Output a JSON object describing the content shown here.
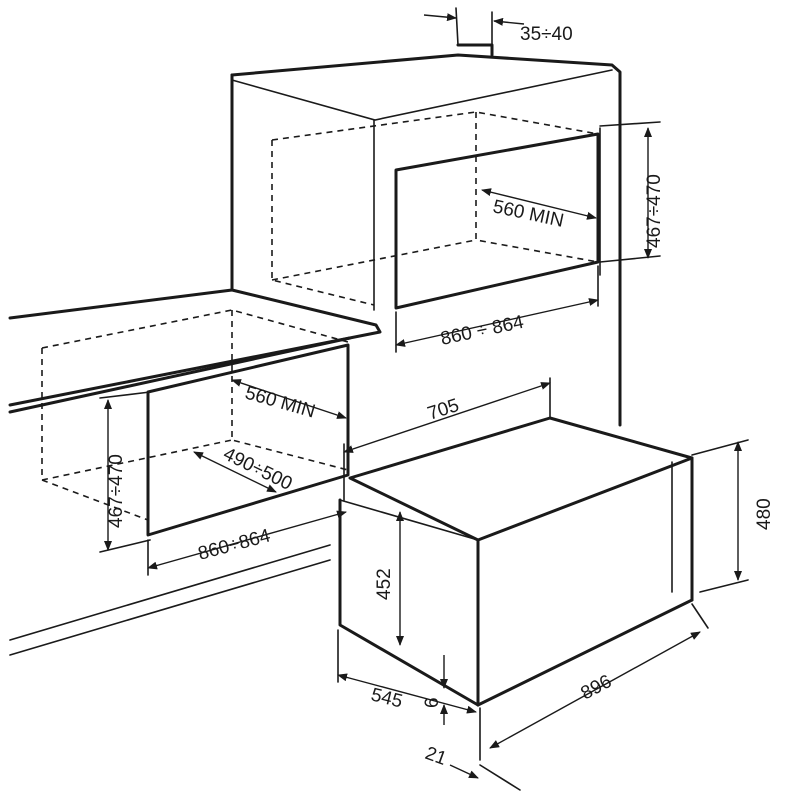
{
  "labels": {
    "wall_recess_depth": "35÷40",
    "upper_depth_min": "560 MIN",
    "upper_height": "467÷470",
    "upper_width": "860 ÷ 864",
    "lower_depth_min": "560 MIN",
    "lower_height": "467÷470",
    "lower_width": "860÷864",
    "lower_cutout": "490÷500",
    "oven_depth": "705",
    "oven_height": "480",
    "oven_body_height": "452",
    "oven_width": "896",
    "oven_side_depth": "545",
    "front_panel_gap": "6",
    "front_panel_thickness": "21"
  },
  "colors": {
    "line": "#1a1a1a",
    "background": "#ffffff"
  }
}
